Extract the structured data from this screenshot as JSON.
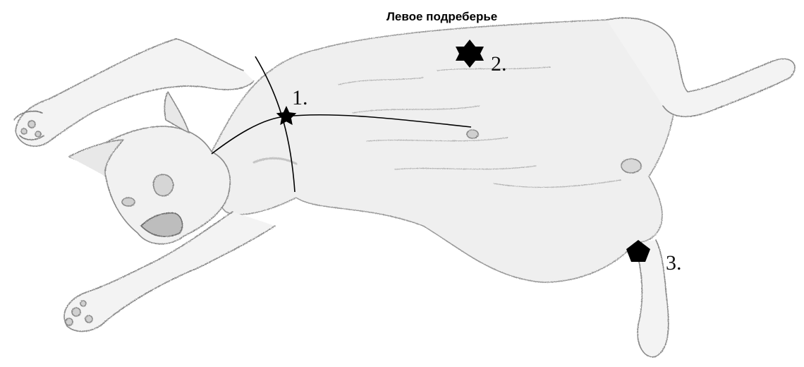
{
  "figure": {
    "region_label": "Левое подреберье",
    "subject": "dog-lying-on-back-pencil-sketch"
  },
  "markers": [
    {
      "id": "1",
      "label": "1.",
      "shape": "five-point-star"
    },
    {
      "id": "2",
      "label": "2.",
      "shape": "six-point-star"
    },
    {
      "id": "3",
      "label": "3.",
      "shape": "pentagon"
    }
  ],
  "colors": {
    "ink": "#000000",
    "sketch_line": "#8a8a8a",
    "sketch_shade": "#cfcfcf",
    "background": "#ffffff"
  }
}
